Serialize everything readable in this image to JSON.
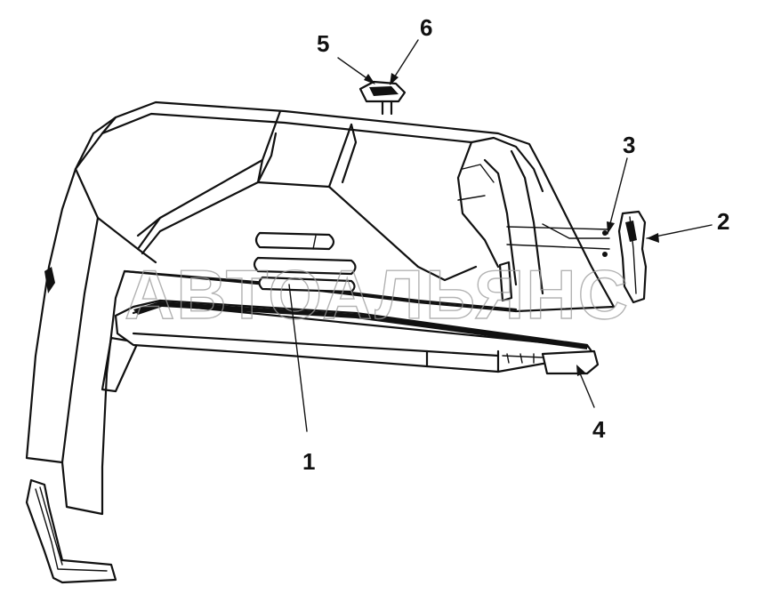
{
  "watermark": "АВТОАЛЬЯНС",
  "callouts": [
    {
      "id": "1",
      "label": "1"
    },
    {
      "id": "2",
      "label": "2"
    },
    {
      "id": "3",
      "label": "3"
    },
    {
      "id": "4",
      "label": "4"
    },
    {
      "id": "5",
      "label": "5"
    },
    {
      "id": "6",
      "label": "6"
    }
  ]
}
